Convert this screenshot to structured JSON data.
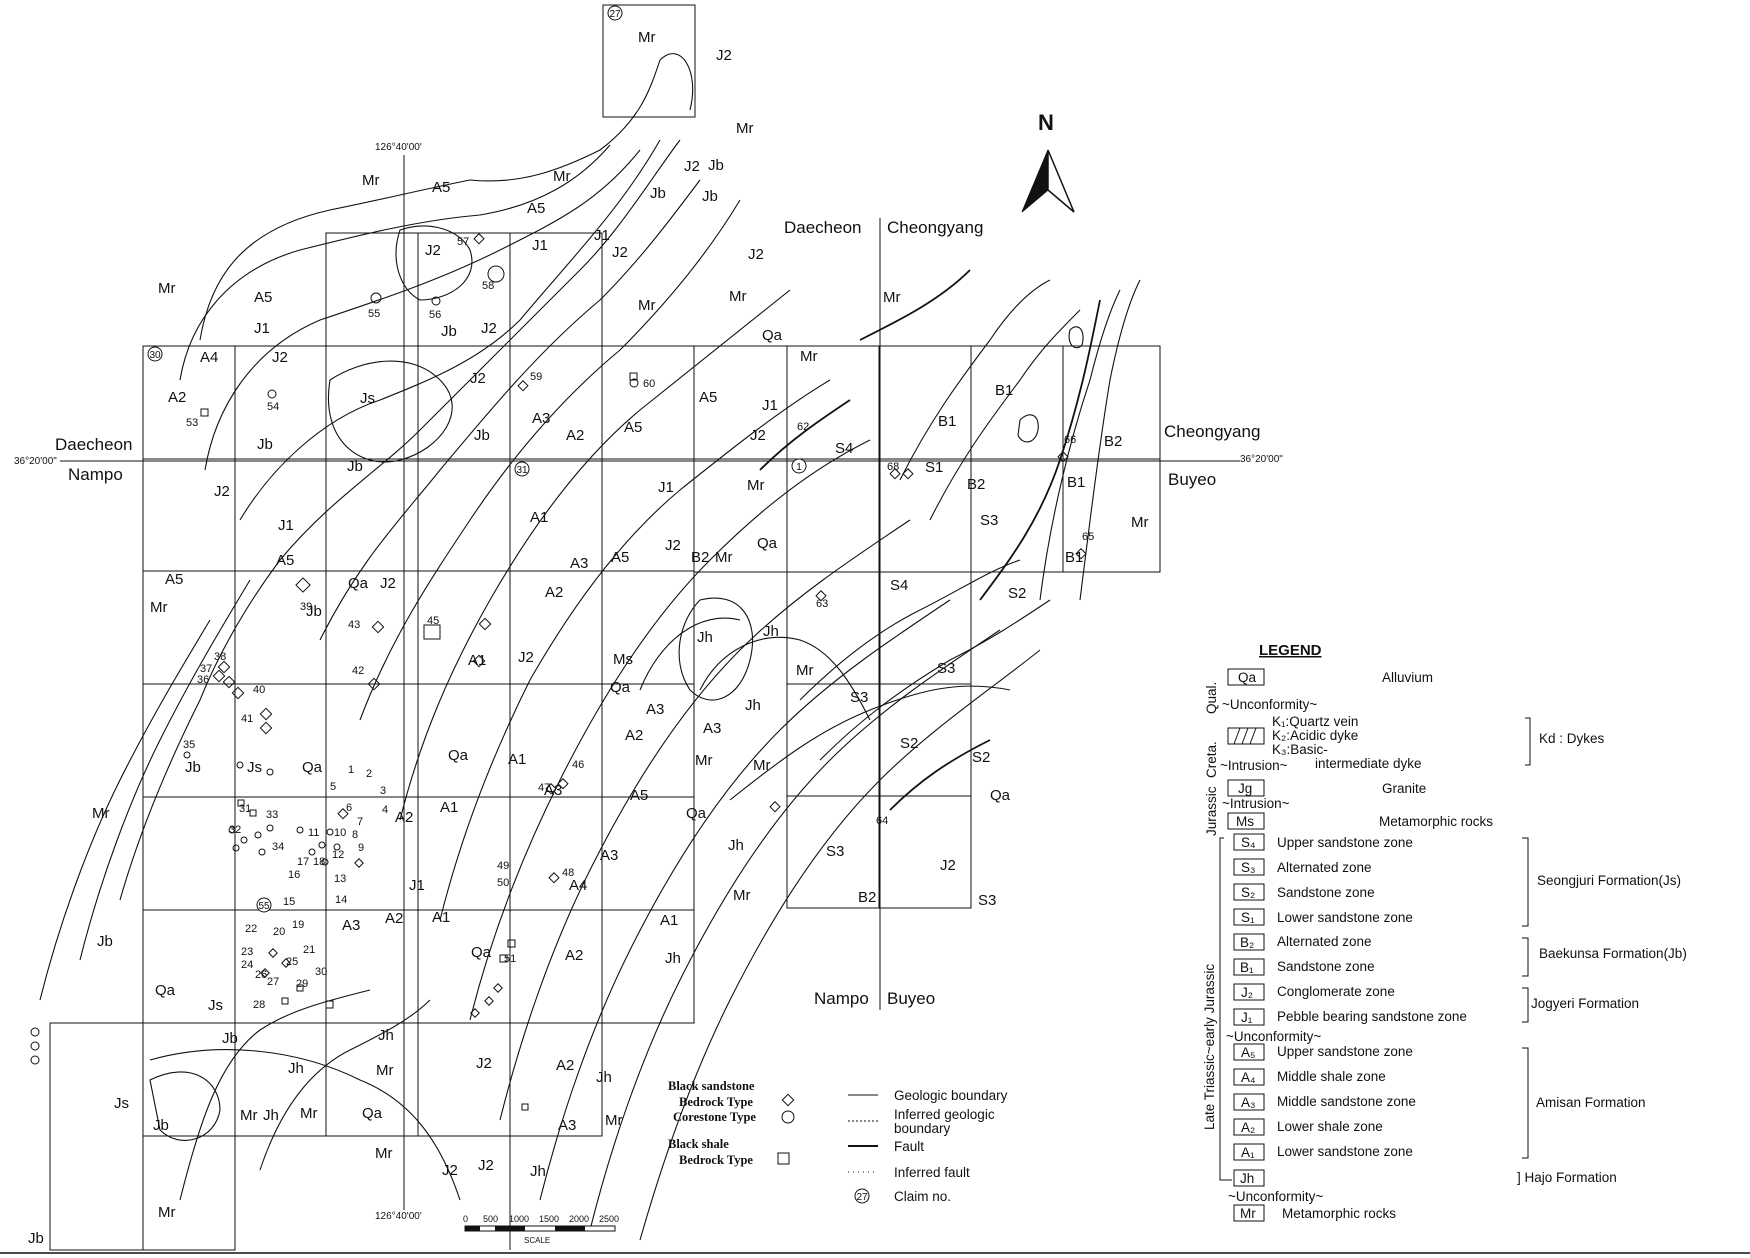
{
  "north_label": "N",
  "coords": {
    "lon_top": "126°40'00'",
    "lon_bottom": "126°40'00'",
    "lat_left": "36°20'00\"",
    "lat_right": "36°20'00\""
  },
  "places": {
    "daecheon_top": "Daecheon",
    "cheongyang_top": "Cheongyang",
    "daecheon_left": "Daecheon",
    "nampo_left": "Nampo",
    "cheongyang_right": "Cheongyang",
    "buyeo_right": "Buyeo",
    "nampo_bottom": "Nampo",
    "buyeo_bottom": "Buyeo"
  },
  "claims": [
    "27",
    "30",
    "31",
    "1",
    "55"
  ],
  "units": [
    "Mr",
    "J2",
    "J1",
    "A5",
    "A4",
    "A3",
    "A2",
    "A1",
    "Jb",
    "Js",
    "Qa",
    "Mr",
    "Jh",
    "Ms",
    "S4",
    "S3",
    "S2",
    "S1",
    "B1",
    "B2",
    "Kd"
  ],
  "samples": [
    "57",
    "58",
    "55",
    "56",
    "59",
    "60",
    "53",
    "54",
    "62",
    "68",
    "66",
    "65",
    "39",
    "43",
    "45",
    "42",
    "38",
    "37",
    "36",
    "40",
    "41",
    "35",
    "46",
    "47",
    "63",
    "31",
    "33",
    "32",
    "34",
    "17",
    "18",
    "16",
    "15",
    "12",
    "13",
    "14",
    "10",
    "11",
    "19",
    "20",
    "21",
    "22",
    "23",
    "24",
    "25",
    "26",
    "27",
    "28",
    "29",
    "30",
    "49",
    "50",
    "48",
    "64",
    "1",
    "2",
    "3",
    "4",
    "5",
    "6",
    "7",
    "8",
    "9",
    "51"
  ],
  "symbol_legend": {
    "black_sandstone": "Black sandstone",
    "bedrock_type": "Bedrock Type",
    "corestone_type": "Corestone Type",
    "black_shale": "Black shale",
    "bedrock_type_shale": "Bedrock Type"
  },
  "line_legend": {
    "geologic_boundary": "Geologic boundary",
    "inferred_boundary_1": "Inferred geologic",
    "inferred_boundary_2": "boundary",
    "fault": "Fault",
    "inferred_fault": "Inferred fault",
    "claim_no": "Claim no.",
    "claim_sample": "27"
  },
  "scale": {
    "ticks": [
      "0",
      "500",
      "1000",
      "1500",
      "2000",
      "2500"
    ],
    "label": "SCALE"
  },
  "legend": {
    "title": "LEGEND",
    "qa_code": "Qa",
    "qa_name": "Alluvium",
    "qual": "Qual.",
    "unconformity1": "~Unconformity~",
    "k1": "K₁:Quartz vein",
    "k2": "K₂:Acidic dyke",
    "k3": "K₃:Basic-",
    "k3b": "intermediate dyke",
    "kd": "Kd : Dykes",
    "creta": "Creta.",
    "jurassic": "Jurassic",
    "intrusion1": "~Intrusion~",
    "jg_code": "Jg",
    "jg_name": "Granite",
    "intrusion2": "~Intrusion~",
    "ms_code": "Ms",
    "ms_name": "Metamorphic rocks",
    "s4_code": "S₄",
    "s4_name": "Upper sandstone zone",
    "s3_code": "S₃",
    "s3_name": "Alternated  zone",
    "s2_code": "S₂",
    "s2_name": "Sandstone zone",
    "s1_code": "S₁",
    "s1_name": "Lower sandstone zone",
    "seongjuri": "Seongjuri Formation(Js)",
    "b2_code": "B₂",
    "b2_name": "Alternated zone",
    "b1_code": "B₁",
    "b1_name": "Sandstone zone",
    "baekunsa": "Baekunsa Formation(Jb)",
    "j2_code": "J₂",
    "j2_name": "Conglomerate zone",
    "j1_code": "J₁",
    "j1_name": "Pebble bearing sandstone zone",
    "jogyeri": "Jogyeri Formation",
    "unconformity2": "~Unconformity~",
    "a5_code": "A₅",
    "a5_name": "Upper sandstone zone",
    "a4_code": "A₄",
    "a4_name": "Middle shale zone",
    "a3_code": "A₃",
    "a3_name": "Middle sandstone zone",
    "a2_code": "A₂",
    "a2_name": "Lower shale zone",
    "a1_code": "A₁",
    "a1_name": "Lower sandstone zone",
    "amisan": "Amisan Formation",
    "jh_code": "Jh",
    "hajo": "] Hajo Formation",
    "late_triassic": "Late Triassic~early Jurassic",
    "unconformity3": "~Unconformity~",
    "mr_code": "Mr",
    "mr_name": "Metamorphic rocks"
  }
}
